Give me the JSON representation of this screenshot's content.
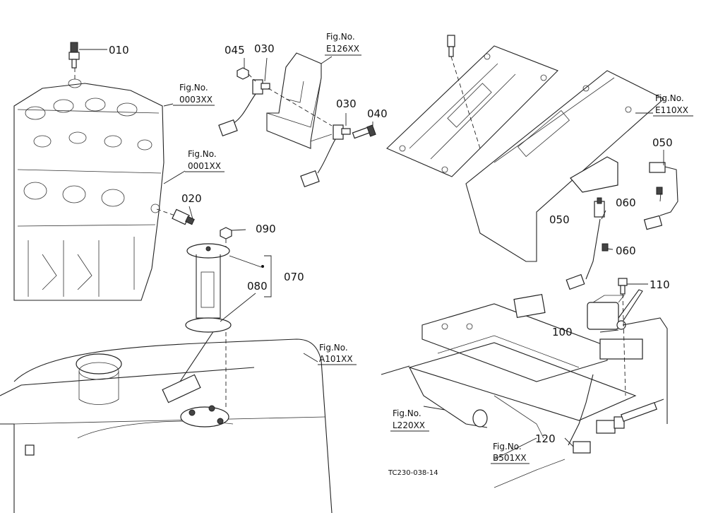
{
  "parts": [
    {
      "id": "p010",
      "number": "010"
    },
    {
      "id": "p020",
      "number": "020"
    },
    {
      "id": "p030a",
      "number": "030"
    },
    {
      "id": "p030b",
      "number": "030"
    },
    {
      "id": "p040",
      "number": "040"
    },
    {
      "id": "p045",
      "number": "045"
    },
    {
      "id": "p050a",
      "number": "050"
    },
    {
      "id": "p050b",
      "number": "050"
    },
    {
      "id": "p060a",
      "number": "060"
    },
    {
      "id": "p060b",
      "number": "060"
    },
    {
      "id": "p070",
      "number": "070"
    },
    {
      "id": "p080",
      "number": "080"
    },
    {
      "id": "p090",
      "number": "090"
    },
    {
      "id": "p100",
      "number": "100"
    },
    {
      "id": "p110",
      "number": "110"
    },
    {
      "id": "p120",
      "number": "120"
    }
  ],
  "figure_refs": [
    {
      "id": "e126",
      "prefix": "Fig.No.",
      "code": "E126XX"
    },
    {
      "id": "f0003",
      "prefix": "Fig.No.",
      "code": "0003XX"
    },
    {
      "id": "f0001",
      "prefix": "Fig.No.",
      "code": "0001XX"
    },
    {
      "id": "e110",
      "prefix": "Fig.No.",
      "code": "E110XX"
    },
    {
      "id": "a101",
      "prefix": "Fig.No.",
      "code": "A101XX"
    },
    {
      "id": "l220",
      "prefix": "Fig.No.",
      "code": "L220XX"
    },
    {
      "id": "b501",
      "prefix": "Fig.No.",
      "code": "B501XX"
    }
  ],
  "drawing_code": "TC230-038-14"
}
